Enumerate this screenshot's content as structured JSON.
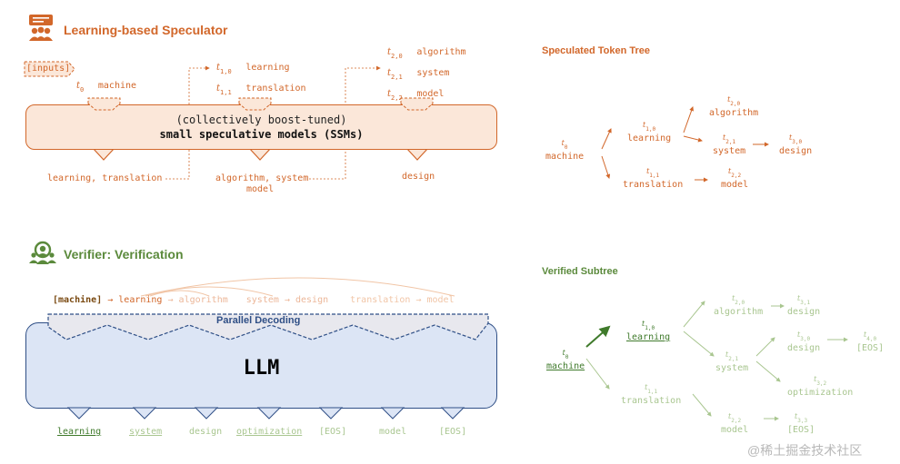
{
  "speculator": {
    "title": "Learning-based Speculator",
    "inputs_tag": "[inputs]",
    "t0_label": "t",
    "t0_sub": "0",
    "t0_word": "machine",
    "t1_group": [
      {
        "sub": "1,0",
        "word": "learning"
      },
      {
        "sub": "1,1",
        "word": "translation"
      }
    ],
    "t2_group": [
      {
        "sub": "2,0",
        "word": "algorithm"
      },
      {
        "sub": "2,1",
        "word": "system"
      },
      {
        "sub": "2,2",
        "word": "model"
      }
    ],
    "box_line1": "(collectively boost-tuned)",
    "box_line2": "small speculative models (SSMs)",
    "out1": "learning, translation",
    "out2a": "algorithm, system",
    "out2b": "model",
    "out3": "design"
  },
  "token_tree": {
    "title": "Speculated Token Tree",
    "nodes": {
      "t0": {
        "sub": "0",
        "word": "machine"
      },
      "t10": {
        "sub": "1,0",
        "word": "learning"
      },
      "t11": {
        "sub": "1,1",
        "word": "translation"
      },
      "t20": {
        "sub": "2,0",
        "word": "algorithm"
      },
      "t21": {
        "sub": "2,1",
        "word": "system"
      },
      "t22": {
        "sub": "2,2",
        "word": "model"
      },
      "t30": {
        "sub": "3,0",
        "word": "design"
      }
    }
  },
  "verifier": {
    "title": "Verifier: Verification",
    "sequence": {
      "first": "[machine]",
      "arrow1": "→",
      "learning": "learning",
      "arrow2": "→",
      "algorithm": "algorithm",
      "system": "system",
      "arrow3": "→",
      "design": "design",
      "translation": "translation",
      "arrow4": "→",
      "model": "model"
    },
    "parallel_label": "Parallel Decoding",
    "llm_label": "LLM",
    "outputs": [
      "learning",
      "system",
      "design",
      "optimization",
      "[EOS]",
      "model",
      "[EOS]"
    ]
  },
  "verified_tree": {
    "title": "Verified Subtree",
    "nodes": {
      "t0": {
        "sub": "0",
        "word": "machine"
      },
      "t10": {
        "sub": "1,0",
        "word": "learning"
      },
      "t11": {
        "sub": "1,1",
        "word": "translation"
      },
      "t20": {
        "sub": "2,0",
        "word": "algorithm"
      },
      "t21": {
        "sub": "2,1",
        "word": "system"
      },
      "t22": {
        "sub": "2,2",
        "word": "model"
      },
      "t31": {
        "sub": "3,1",
        "word": "design"
      },
      "t30": {
        "sub": "3,0",
        "word": "design"
      },
      "t32": {
        "sub": "3,2",
        "word": "optimization"
      },
      "t33": {
        "sub": "3,3",
        "word": "[EOS]"
      },
      "t40": {
        "sub": "4,0",
        "word": "[EOS]"
      }
    }
  },
  "watermark": "@稀土掘金技术社区",
  "colors": {
    "orange": "#d2672a",
    "orange_fill": "#fbe7d9",
    "green": "#5b8a3c",
    "light_green": "#a9c690",
    "blue": "#2f4f86",
    "blue_fill": "#dce5f5"
  }
}
